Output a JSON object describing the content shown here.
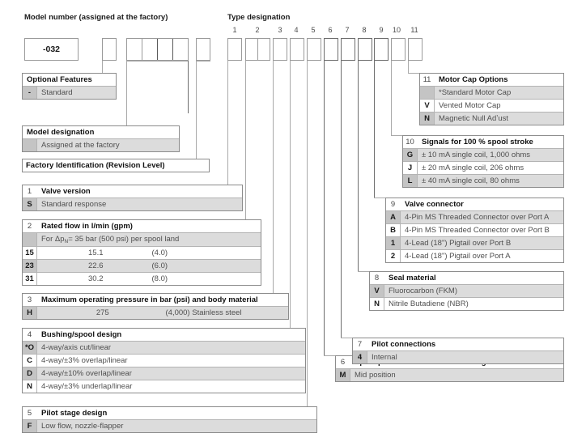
{
  "headings": {
    "model_number": "Model number (assigned at the factory)",
    "type_designation": "Type designation"
  },
  "model_boxes": {
    "part_number": "-032"
  },
  "type_designation_indices": [
    "1",
    "2",
    "3",
    "4",
    "5",
    "6",
    "7",
    "8",
    "9",
    "10",
    "11"
  ],
  "tables": {
    "optional_features": {
      "title": "Optional Features",
      "rows": [
        {
          "code": "-",
          "desc": "Standard"
        }
      ]
    },
    "model_designation": {
      "title": "Model designation",
      "rows": [
        {
          "code": "",
          "desc": "Assigned at the factory"
        }
      ]
    },
    "factory_identification": {
      "title": "Factory Identification (Revision Level)"
    },
    "valve_version": {
      "number": "1",
      "title": "Valve version",
      "rows": [
        {
          "code": "S",
          "desc": "Standard response"
        }
      ]
    },
    "rated_flow": {
      "number": "2",
      "title": "Rated flow in l/min (gpm)",
      "subheader": "per spool land",
      "subheader_prefix": "For Δp",
      "subheader_sub": "N",
      "subheader_mid": "= 35 bar (500 psi)",
      "rows": [
        {
          "code": "15",
          "lpm": "15.1",
          "gpm": "(4.0)"
        },
        {
          "code": "23",
          "lpm": "22.6",
          "gpm": "(6.0)"
        },
        {
          "code": "31",
          "lpm": "30.2",
          "gpm": "(8.0)"
        }
      ]
    },
    "max_pressure": {
      "number": "3",
      "title": "Maximum operating pressure in bar (psi) and body material",
      "rows": [
        {
          "code": "H",
          "bar": "275",
          "psi": "(4,000)",
          "material": "Stainless steel"
        }
      ]
    },
    "bushing_spool": {
      "number": "4",
      "title": "Bushing/spool design",
      "rows": [
        {
          "code": "*O",
          "desc": "4-way/axis cut/linear"
        },
        {
          "code": "C",
          "desc": "4-way/±3% overlap/linear"
        },
        {
          "code": "D",
          "desc": "4-way/±10% overlap/linear"
        },
        {
          "code": "N",
          "desc": "4-way/±3% underlap/linear"
        }
      ]
    },
    "pilot_stage": {
      "number": "5",
      "title": "Pilot stage design",
      "rows": [
        {
          "code": "F",
          "desc": "Low flow, nozzle-flapper"
        }
      ]
    },
    "spool_position": {
      "number": "6",
      "title": "Spool position without electrical signal",
      "rows": [
        {
          "code": "M",
          "desc": "Mid position"
        }
      ]
    },
    "pilot_connections": {
      "number": "7",
      "title": "Pilot connections",
      "rows": [
        {
          "code": "4",
          "desc": "Internal"
        }
      ]
    },
    "seal_material": {
      "number": "8",
      "title": "Seal material",
      "rows": [
        {
          "code": "V",
          "desc": "Fluorocarbon (FKM)"
        },
        {
          "code": "N",
          "desc": "Nitrile Butadiene (NBR)"
        }
      ]
    },
    "valve_connector": {
      "number": "9",
      "title": "Valve connector",
      "rows": [
        {
          "code": "A",
          "desc": "4-Pin MS Threaded Connector over Port A"
        },
        {
          "code": "B",
          "desc": "4-Pin MS Threaded Connector over Port B"
        },
        {
          "code": "1",
          "desc": "4-Lead (18\") Pigtail over Port B"
        },
        {
          "code": "2",
          "desc": "4-Lead (18\") Pigtail over Port A"
        }
      ]
    },
    "signals": {
      "number": "10",
      "title": "Signals for 100 % spool stroke",
      "rows": [
        {
          "code": "G",
          "desc": "± 10 mA single coil, 1,000 ohms"
        },
        {
          "code": "J",
          "desc": "± 20 mA single coil, 206 ohms"
        },
        {
          "code": "L",
          "desc": "± 40 mA single coil, 80 ohms"
        }
      ]
    },
    "motor_cap": {
      "number": "11",
      "title": "Motor Cap Options",
      "rows": [
        {
          "code": "",
          "desc": "*Standard Motor Cap"
        },
        {
          "code": "V",
          "desc": "Vented Motor Cap"
        },
        {
          "code": "N",
          "desc": "Magnetic Null Adʼust"
        }
      ]
    }
  },
  "colors": {
    "shade_desc": "#dcdcdc",
    "shade_code": "#c4c4c4",
    "border": "#8c8c8c",
    "text": "#4f4f4f",
    "heading": "#111111"
  }
}
